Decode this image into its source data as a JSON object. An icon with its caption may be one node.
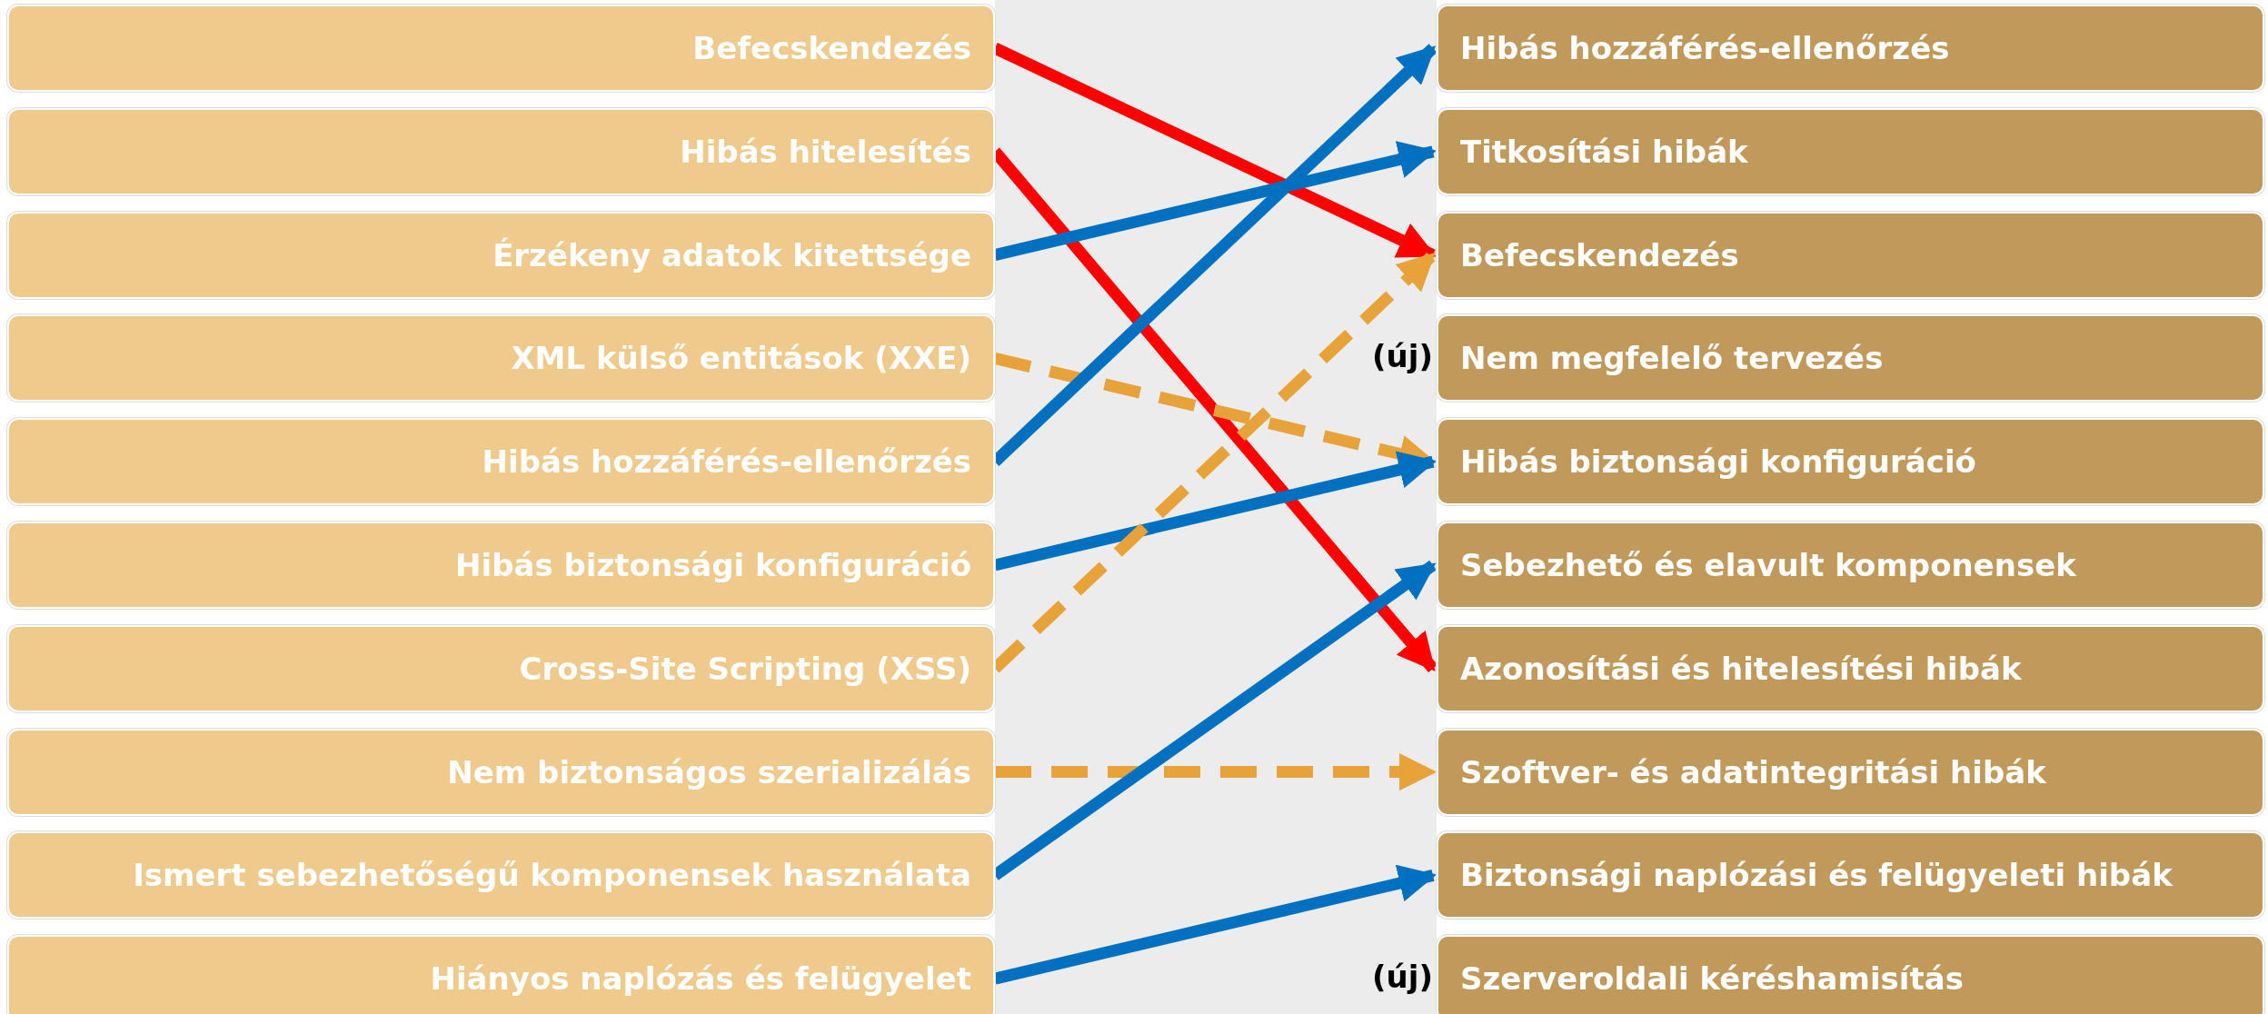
{
  "diagram": {
    "nodes": [
      {
        "text": [
          "Befecskendezés"
        ]
      },
      {
        "text": [
          "Hibás hitelesítés"
        ]
      },
      {
        "text": [
          "Érzékeny adatok kitettsége"
        ]
      },
      {
        "text": [
          "XML külső entitások (XXE)"
        ]
      },
      {
        "text": [
          "Hibás hozzáférés-ellenőrzés"
        ]
      },
      {
        "text": [
          "Hibás biztonsági konfiguráció"
        ]
      },
      {
        "text": [
          "Cross-Site Scripting (XSS)"
        ]
      },
      {
        "text": [
          "Nem biztonságos szerializálás"
        ]
      },
      {
        "text": [
          "Ismert sebezhetőségű komponensek használata"
        ]
      },
      {
        "text": [
          "Hiányos naplózás és felügyelet"
        ]
      },
      {
        "text": [
          "Hibás hozzáférés-ellenőrzés"
        ]
      },
      {
        "text": [
          "Titkosítási hibák"
        ]
      },
      {
        "text": [
          "Befecskendezés"
        ]
      },
      {
        "text": [
          "Nem megfelelő tervezés"
        ],
        "beside": [
          "(új)"
        ]
      },
      {
        "text": [
          "Hibás biztonsági konfiguráció"
        ]
      },
      {
        "text": [
          "Sebezhető és elavult komponensek"
        ]
      },
      {
        "text": [
          "Azonosítási és hitelesítési hibák"
        ]
      },
      {
        "text": [
          "Szoftver- és adatintegritási hibák"
        ]
      },
      {
        "text": [
          "Biztonsági naplózási és felügyeleti hibák"
        ]
      },
      {
        "text": [
          "Szerveroldali kéréshamisítás"
        ],
        "beside": [
          "(új)"
        ]
      }
    ],
    "edges": [
      {
        "from": 0,
        "to": 12,
        "arrow": "to",
        "color": "#ff0000"
      },
      {
        "from": 1,
        "to": 16,
        "arrow": "to",
        "color": "#ff0000"
      },
      {
        "from": 2,
        "to": 11,
        "arrow": "to"
      },
      {
        "from": 3,
        "to": 14,
        "arrow": "to",
        "style": "dashed",
        "color": "#e8a23a"
      },
      {
        "from": 4,
        "to": 10,
        "arrow": "to"
      },
      {
        "from": 5,
        "to": 14,
        "arrow": "to"
      },
      {
        "from": 6,
        "to": 12,
        "arrow": "to",
        "style": "dashed",
        "color": "#e8a23a"
      },
      {
        "from": 7,
        "to": 17,
        "arrow": "to",
        "style": "dashed",
        "color": "#e8a23a"
      },
      {
        "from": 8,
        "to": 15,
        "arrow": "to"
      },
      {
        "from": 9,
        "to": 18,
        "arrow": "to"
      }
    ]
  }
}
